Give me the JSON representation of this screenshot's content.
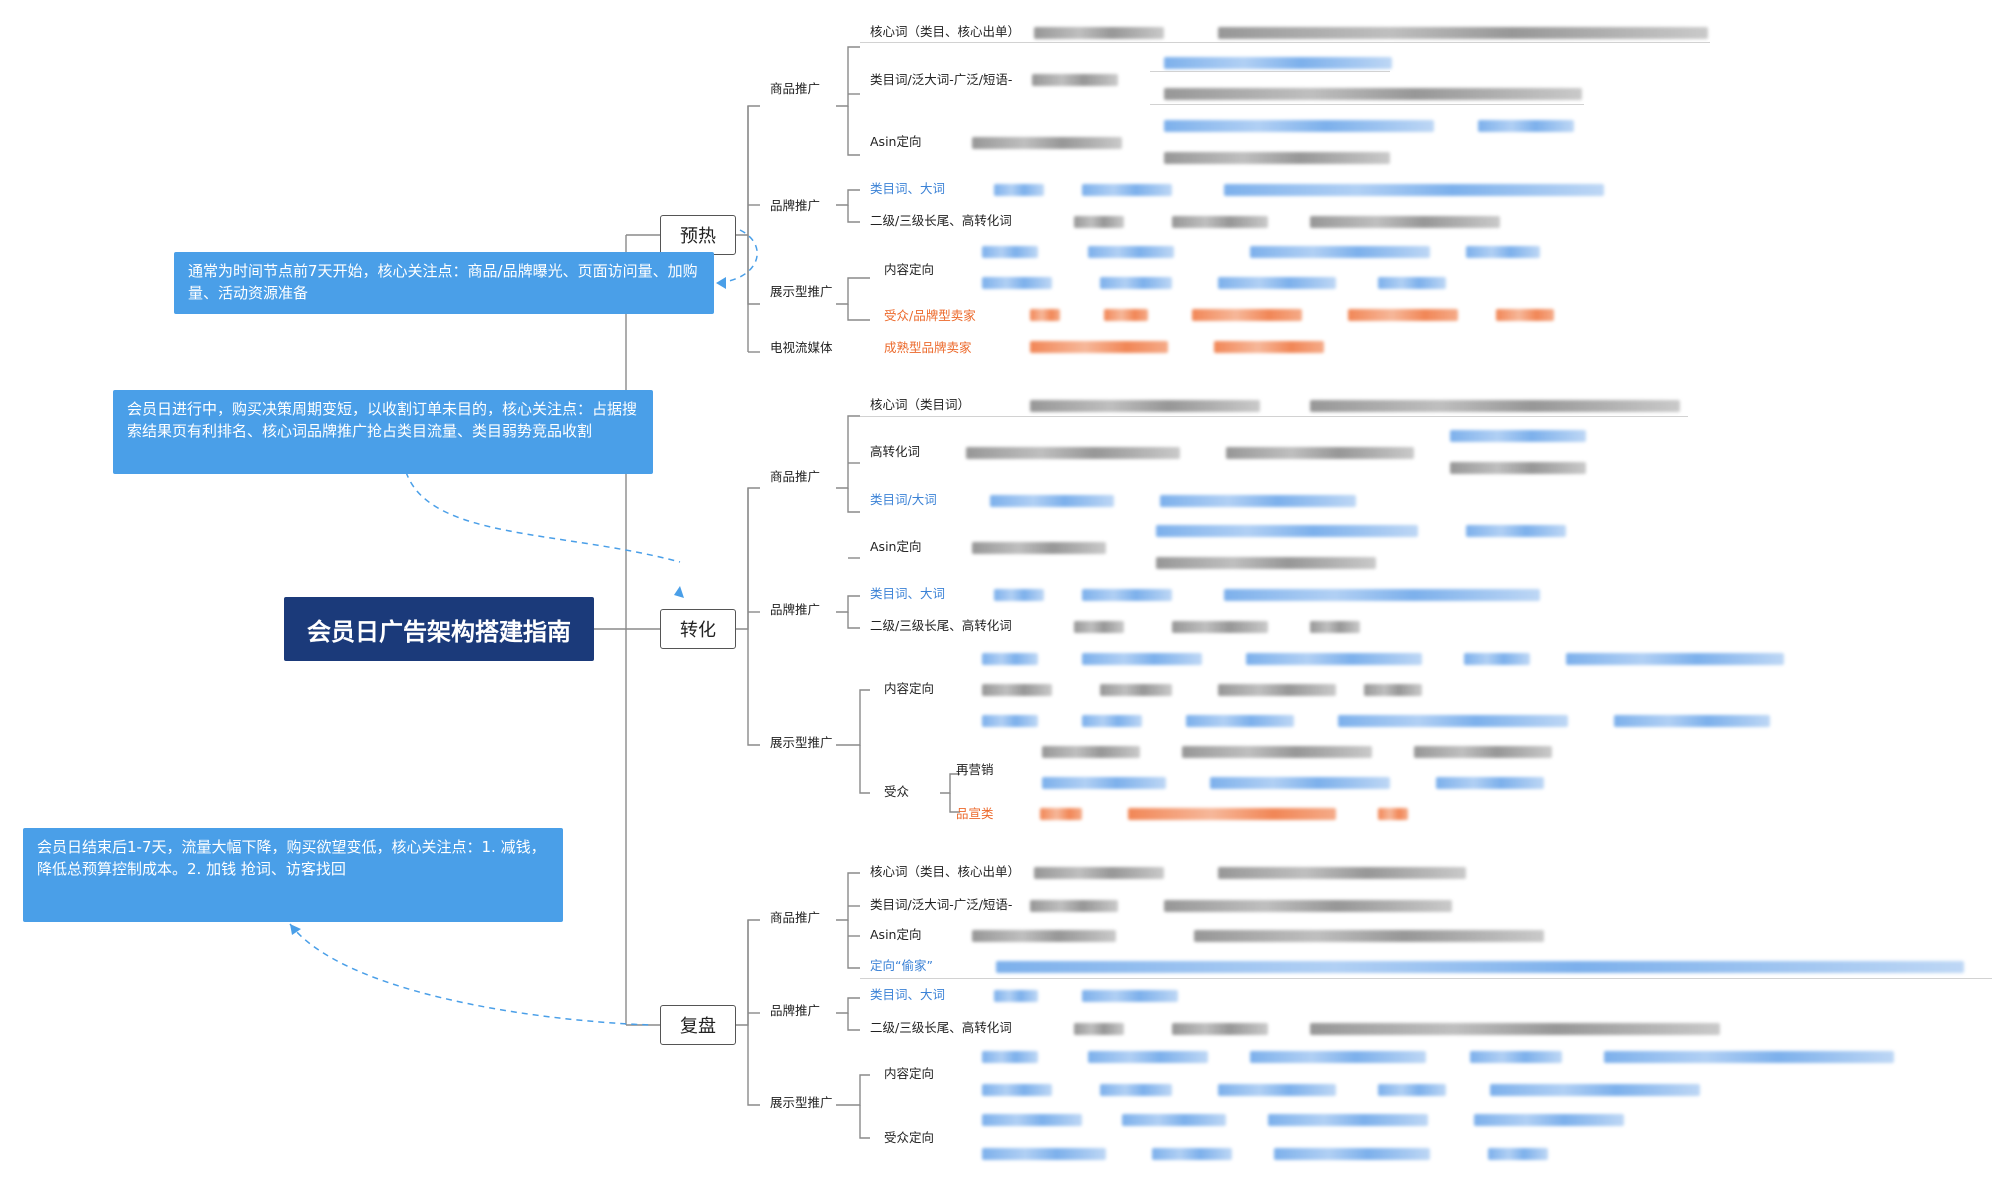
{
  "root": {
    "title": "会员日广告架构搭建指南"
  },
  "phases": {
    "p1": "预热",
    "p2": "转化",
    "p3": "复盘"
  },
  "notes": {
    "n1": "通常为时间节点前7天开始，核心关注点：商品/品牌曝光、页面访问量、加购量、活动资源准备",
    "n2": "会员日进行中，购买决策周期变短，以收割订单未目的，核心关注点：占据搜索结果页有利排名、核心词品牌推广抢占类目流量、类目弱势竞品收割",
    "n3": "会员日结束后1-7天，流量大幅下降，购买欲望变低，核心关注点：1. 减钱，降低总预算控制成本。2. 加钱 抢词、访客找回"
  },
  "branches": {
    "p1": {
      "product_ads": "商品推广",
      "core_word": "核心词（类目、核心出单）",
      "category_word": "类目词/泛大词-广泛/短语-",
      "asin": "Asin定向",
      "brand_ads": "品牌推广",
      "brand_category": "类目词、大词",
      "brand_longtail": "二级/三级长尾、高转化词",
      "display_ads": "展示型推广",
      "content_target": "内容定向",
      "audience_brand": "受众/品牌型卖家",
      "tv_media": "电视流媒体",
      "mature_brand": "成熟型品牌卖家"
    },
    "p2": {
      "product_ads": "商品推广",
      "core_word": "核心词（类目词）",
      "high_conv": "高转化词",
      "category_word": "类目词/大词",
      "asin": "Asin定向",
      "brand_ads": "品牌推广",
      "brand_category": "类目词、大词",
      "brand_longtail": "二级/三级长尾、高转化词",
      "display_ads": "展示型推广",
      "content_target": "内容定向",
      "audience": "受众",
      "remarketing": "再营销",
      "brand_promo": "品宣类"
    },
    "p3": {
      "product_ads": "商品推广",
      "core_word": "核心词（类目、核心出单）",
      "category_word": "类目词/泛大词-广泛/短语-",
      "asin": "Asin定向",
      "steal_home": "定向“偷家”",
      "brand_ads": "品牌推广",
      "brand_category": "类目词、大词",
      "brand_longtail": "二级/三级长尾、高转化词",
      "display_ads": "展示型推广",
      "content_target": "内容定向",
      "audience_target": "受众定向"
    }
  },
  "colors": {
    "root_bg": "#1b3a7a",
    "note_bg": "#4a9fe8",
    "blue_text": "#3b82d6",
    "orange_text": "#ec6a2c",
    "connector": "#8a8a8a",
    "dashed": "#4a9fe8"
  }
}
